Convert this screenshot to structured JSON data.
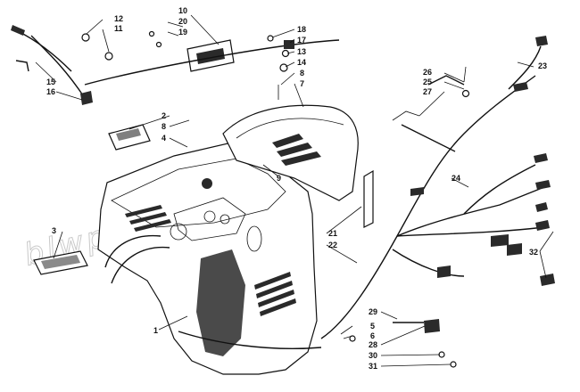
{
  "watermark": "blwparts.com",
  "callouts": [
    {
      "id": "c10",
      "text": "10"
    },
    {
      "id": "c20",
      "text": "20"
    },
    {
      "id": "c19",
      "text": "19"
    },
    {
      "id": "c12",
      "text": "12"
    },
    {
      "id": "c11",
      "text": "11"
    },
    {
      "id": "c18",
      "text": "18"
    },
    {
      "id": "c17",
      "text": "17"
    },
    {
      "id": "c13",
      "text": "13"
    },
    {
      "id": "c14",
      "text": "14"
    },
    {
      "id": "c8a",
      "text": "8"
    },
    {
      "id": "c7",
      "text": "7"
    },
    {
      "id": "c15",
      "text": "15"
    },
    {
      "id": "c16",
      "text": "16"
    },
    {
      "id": "c26",
      "text": "26"
    },
    {
      "id": "c25",
      "text": "25"
    },
    {
      "id": "c27",
      "text": "27"
    },
    {
      "id": "c23",
      "text": "23"
    },
    {
      "id": "c2",
      "text": "2"
    },
    {
      "id": "c8b",
      "text": "8"
    },
    {
      "id": "c4",
      "text": "4"
    },
    {
      "id": "c9",
      "text": "9"
    },
    {
      "id": "c24",
      "text": "24"
    },
    {
      "id": "c21",
      "text": "21"
    },
    {
      "id": "c22",
      "text": "22"
    },
    {
      "id": "c3",
      "text": "3"
    },
    {
      "id": "c32",
      "text": "32"
    },
    {
      "id": "c1",
      "text": "1"
    },
    {
      "id": "c29",
      "text": "29"
    },
    {
      "id": "c5",
      "text": "5"
    },
    {
      "id": "c6",
      "text": "6"
    },
    {
      "id": "c28",
      "text": "28"
    },
    {
      "id": "c30",
      "text": "30"
    },
    {
      "id": "c31",
      "text": "31"
    }
  ]
}
